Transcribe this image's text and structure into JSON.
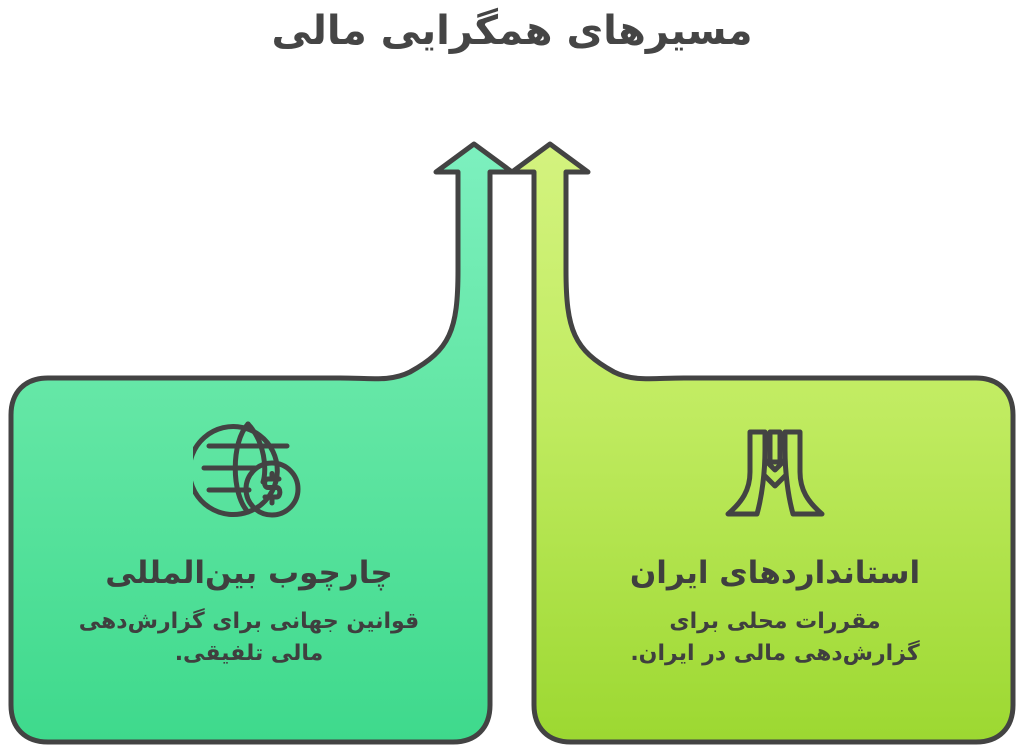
{
  "header": {
    "title": "مسیرهای همگرایی مالی",
    "title_color": "#454545"
  },
  "colors": {
    "background": "#ffffff",
    "outline": "#434343",
    "left_card_top": "#63E5A3",
    "left_card_bottom": "#3BD889",
    "right_card_top": "#C2EC63",
    "right_card_bottom": "#9BD72F",
    "text": "#3f3f3f"
  },
  "arrows": [
    {
      "name": "left-convergence-arrow",
      "direction": "up",
      "color_top": "#7CF0BE",
      "color_bottom": "#4FE09A"
    },
    {
      "name": "right-convergence-arrow",
      "direction": "up",
      "color_top": "#D2F27B",
      "color_bottom": "#AEE241"
    }
  ],
  "cards": [
    {
      "id": "international-framework",
      "icon": "globe-dollar-icon",
      "title": "چارچوب بین‌المللی",
      "description": "قوانین جهانی برای گزارش‌دهی مالی تلفیقی.",
      "accent": "#3BD889"
    },
    {
      "id": "iran-standards",
      "icon": "azadi-tower-icon",
      "title": "استانداردهای ایران",
      "description": "مقررات محلی برای گزارش‌دهی مالی در ایران.",
      "accent": "#9BD72F"
    }
  ]
}
